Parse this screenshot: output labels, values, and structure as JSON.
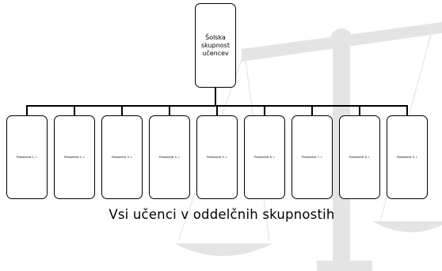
{
  "diagram": {
    "root_label": "Šolska\nskupnost\nučencev",
    "children": [
      "Predsednik 1. r.",
      "Predsednik 2. r.",
      "Predsednik 3. r.",
      "Predsednik 4. r.",
      "Predsednik 5. r.",
      "Predsednik 6. r.",
      "Predsednik 7. r.",
      "Predsednik 8. r.",
      "Predsednik 9. r."
    ],
    "caption": "Vsi učenci v oddelčnih skupnostih"
  },
  "colors": {
    "line": "#000000",
    "watermark": "#e6e6e6"
  }
}
